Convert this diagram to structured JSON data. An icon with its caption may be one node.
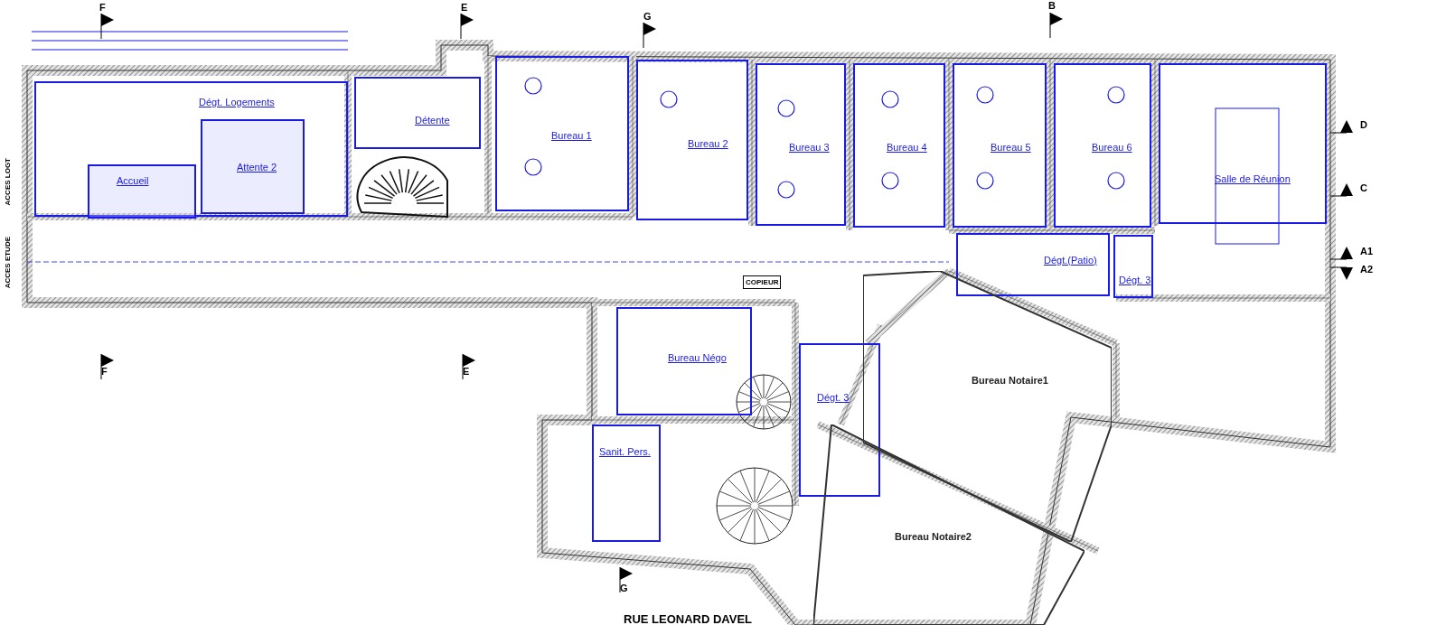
{
  "diagram": {
    "nodes": [
      {
        "text": [
          "Dégt. Logements"
        ]
      },
      {
        "text": [
          "Détente"
        ]
      },
      {
        "text": [
          "Bureau 1"
        ]
      },
      {
        "text": [
          "Bureau 2"
        ]
      },
      {
        "text": [
          "Bureau 3"
        ]
      },
      {
        "text": [
          "Bureau 4"
        ]
      },
      {
        "text": [
          "Bureau 5"
        ]
      },
      {
        "text": [
          "Bureau 6"
        ]
      },
      {
        "text": [
          "Salle de Réunion"
        ]
      },
      {
        "text": [
          "Accueil"
        ],
        "in": 0
      },
      {
        "text": [
          "Attente 2"
        ],
        "in": 0
      },
      {
        "text": [
          "Dégt.(Patio)"
        ]
      },
      {
        "text": [
          "Dégt. 3"
        ]
      },
      {
        "text": [
          "Bureau Négo"
        ]
      },
      {
        "text": [
          "Dégt. 3"
        ]
      },
      {
        "text": [
          "Bureau Notaire1"
        ]
      },
      {
        "text": [
          "Sanit. Pers."
        ]
      },
      {
        "text": [
          "Bureau Notaire2"
        ]
      }
    ],
    "labels": [
      "F",
      "E",
      "G",
      "B",
      "D",
      "C",
      "A1",
      "A2",
      "ACCES LOGT",
      "ACCES ETUDE",
      "COPIEUR",
      "F",
      "E",
      "G",
      "RUE LEONARD DAVEL"
    ]
  }
}
